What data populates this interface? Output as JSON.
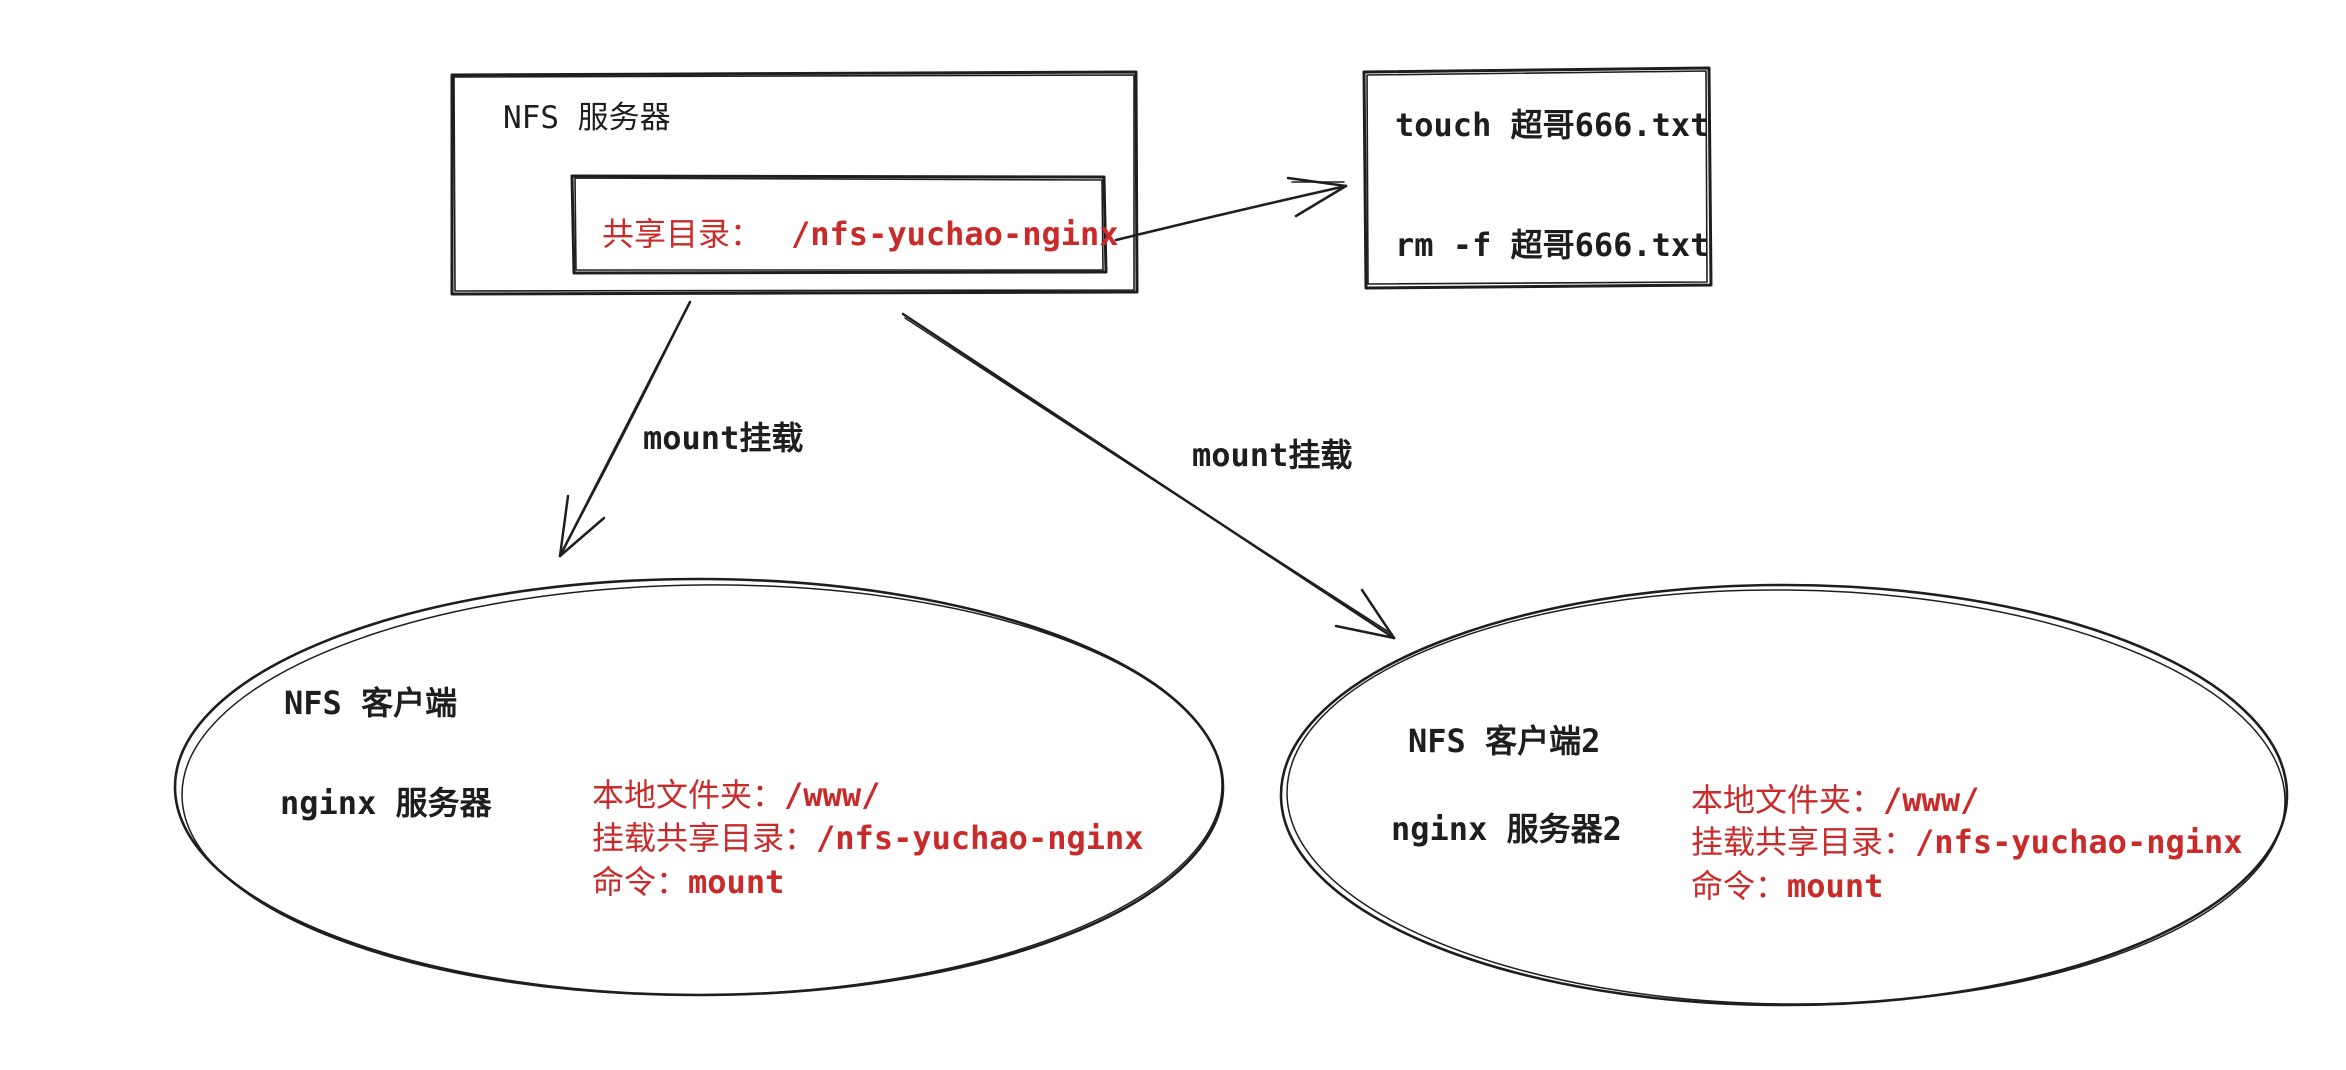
{
  "server": {
    "title": "NFS 服务器",
    "share_label": "共享目录：",
    "share_path": "/nfs-yuchao-nginx"
  },
  "commands": {
    "touch": "touch 超哥666.txt",
    "rm": "rm -f 超哥666.txt"
  },
  "edges": {
    "mount_left": "mount挂载",
    "mount_right": "mount挂载"
  },
  "client1": {
    "title": "NFS 客户端",
    "subtitle": "nginx 服务器",
    "local_label": "本地文件夹：",
    "local_value": "/www/",
    "mount_label": "挂载共享目录：",
    "mount_value": "/nfs-yuchao-nginx",
    "cmd_label": "命令：",
    "cmd_value": "mount"
  },
  "client2": {
    "title": "NFS 客户端2",
    "subtitle": "nginx 服务器2",
    "local_label": "本地文件夹：",
    "local_value": "/www/",
    "mount_label": "挂载共享目录：",
    "mount_value": "/nfs-yuchao-nginx",
    "cmd_label": "命令：",
    "cmd_value": "mount"
  },
  "colors": {
    "stroke": "#1e1e1e",
    "highlight": "#c92a2a",
    "background": "#ffffff"
  }
}
